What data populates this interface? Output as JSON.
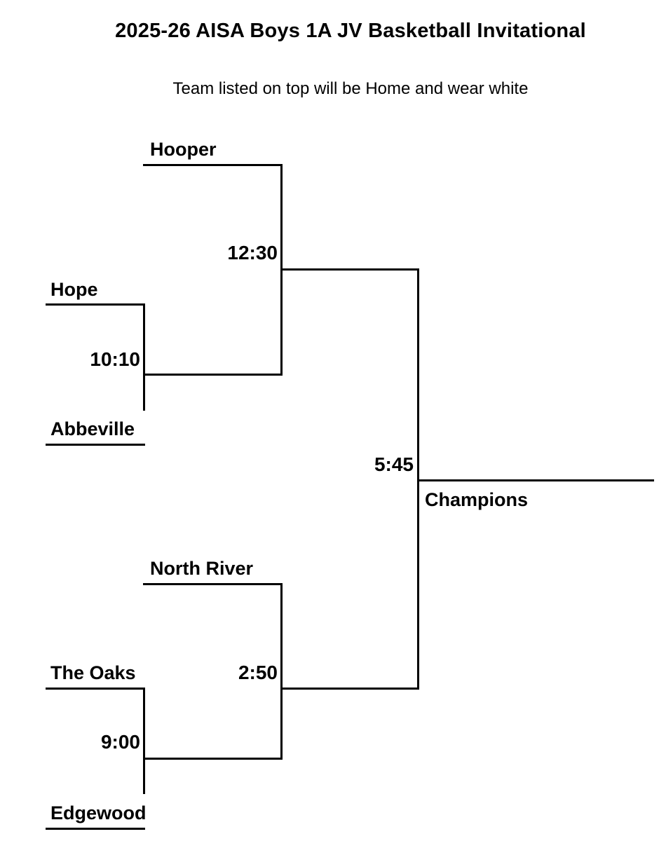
{
  "header": {
    "title": "2025-26 AISA Boys 1A JV Basketball Invitational",
    "subtitle": "Team listed on top will be Home and wear white"
  },
  "bracket": {
    "teams": {
      "hooper": "Hooper",
      "hope": "Hope",
      "abbeville": "Abbeville",
      "north_river": "North River",
      "the_oaks": "The Oaks",
      "edgewood": "Edgewood"
    },
    "game_times": {
      "hope_abbeville": "10:10",
      "hooper_semifinal": "12:30",
      "oaks_edgewood": "9:00",
      "north_river_semifinal": "2:50",
      "final": "5:45"
    },
    "champions_label": "Champions"
  }
}
